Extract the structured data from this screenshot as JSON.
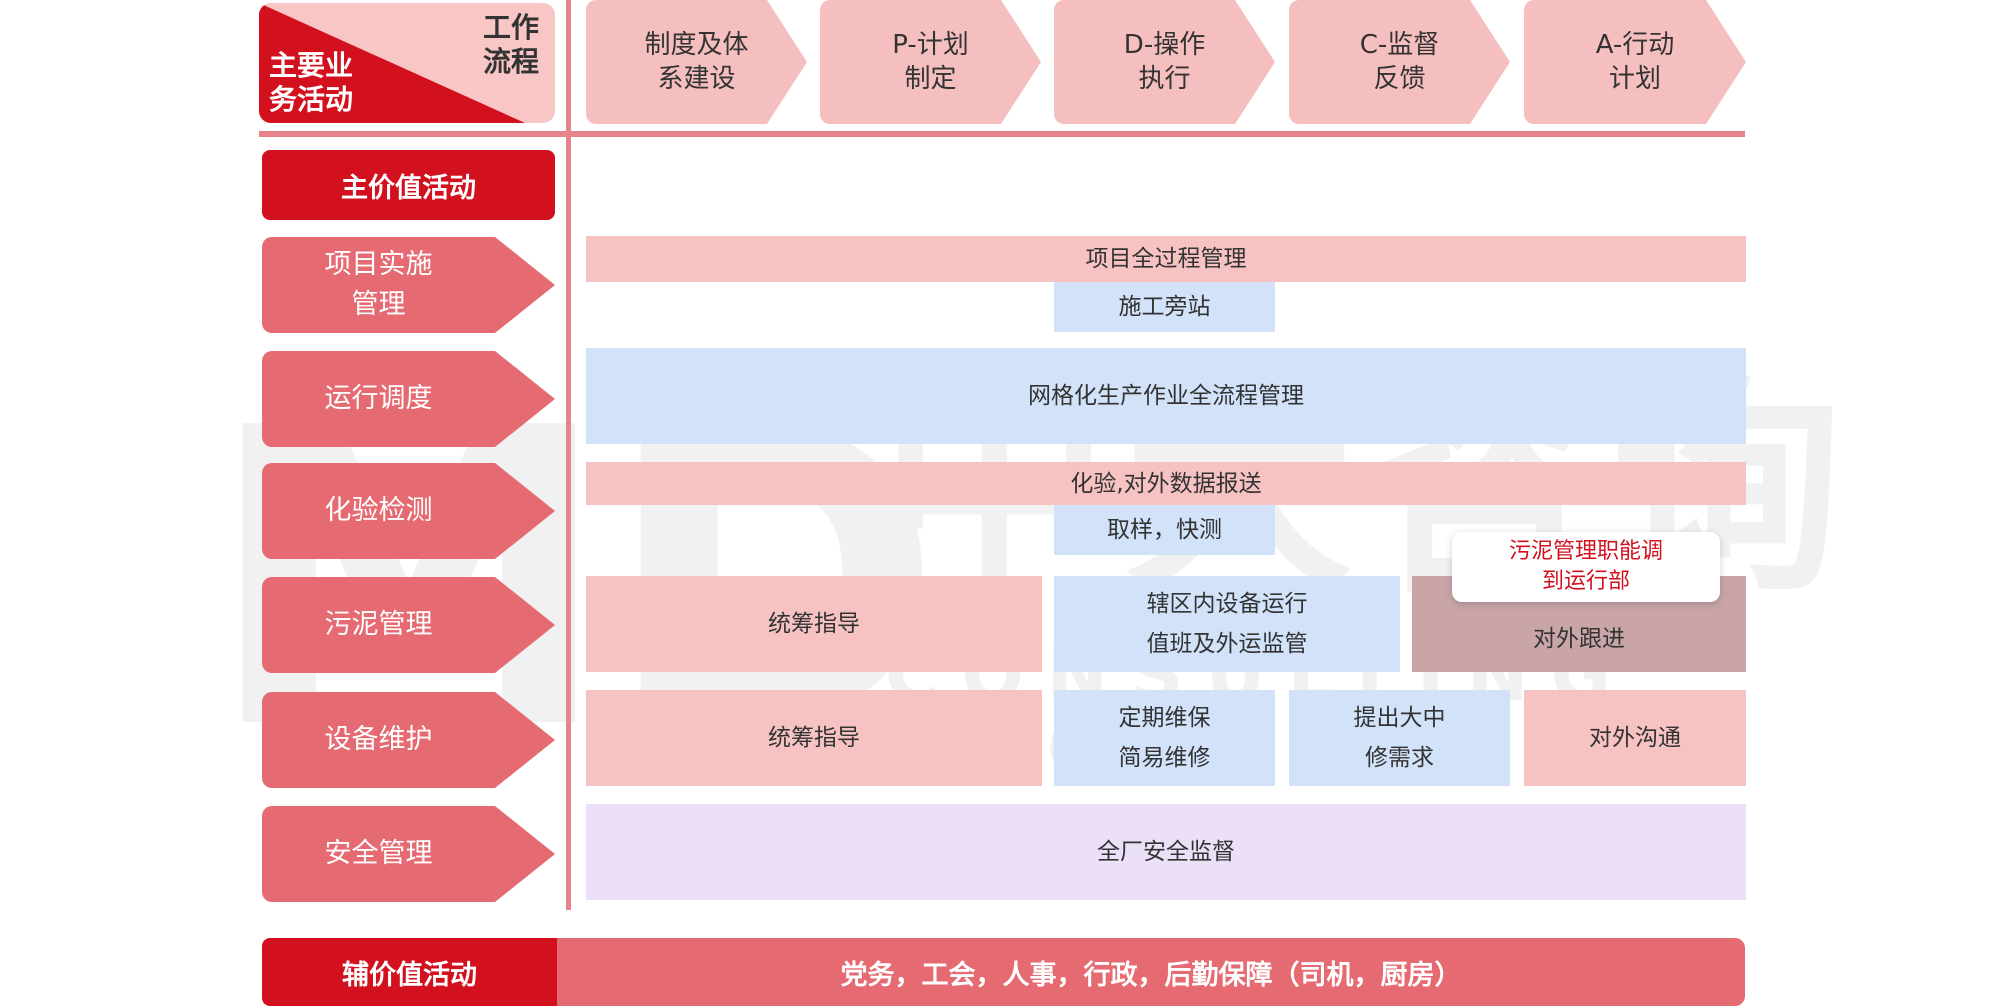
{
  "watermark": {
    "logo": "MD",
    "name": "中大咨询",
    "english": "CONSULTING GROUP"
  },
  "header": {
    "corner_workflow": "工作\n流程",
    "corner_main_activities": "主要业\n务活动",
    "steps": [
      "制度及体\n系建设",
      "P-计划\n制定",
      "D-操作\n执行",
      "C-监督\n反馈",
      "A-行动\n计划"
    ]
  },
  "main_value_label": "主价值活动",
  "activities": [
    "项目实施\n管理",
    "运行调度",
    "化验检测",
    "污泥管理",
    "设备维护",
    "安全管理"
  ],
  "cells": {
    "project_full_process": "项目全过程管理",
    "construction_supervision": "施工旁站",
    "grid_production": "网格化生产作业全流程管理",
    "lab_data_reporting": "化验,对外数据报送",
    "sampling_quick_test": "取样，快测",
    "sludge_coordination": "统筹指导",
    "sludge_operation": "辖区内设备运行\n值班及外运监管",
    "sludge_external_followup": "对外跟进",
    "sludge_callout": "污泥管理职能调\n到运行部",
    "equipment_coordination": "统筹指导",
    "equipment_maintenance": "定期维保\n简易维修",
    "equipment_overhaul": "提出大中\n修需求",
    "equipment_external": "对外沟通",
    "safety_supervision": "全厂安全监督"
  },
  "aux": {
    "label": "辅价值活动",
    "content": "党务，工会，人事，行政，后勤保障（司机，厨房）"
  },
  "colors": {
    "red": "#d2101e",
    "arrow_red": "#e56a72",
    "pink": "#f5bfbf",
    "blue": "#cfe0f9",
    "lavender": "#eadef7",
    "brown": "#c6a0a3",
    "line": "#e6838b"
  }
}
